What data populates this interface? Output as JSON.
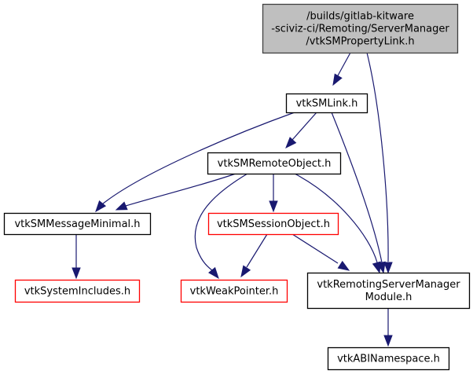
{
  "diagram": {
    "type": "include-dependency-graph",
    "colors": {
      "edge": "#191970",
      "root_fill": "#bfbfbf",
      "root_border": "#404040",
      "node_border": "#000000",
      "missing_node_border": "#ff0000",
      "node_fill": "#ffffff"
    },
    "nodes": [
      {
        "id": "root",
        "lines": [
          "/builds/gitlab-kitware",
          "-sciviz-ci/Remoting/ServerManager",
          "/vtkSMPropertyLink.h"
        ],
        "style": "root"
      },
      {
        "id": "link",
        "lines": [
          "vtkSMLink.h"
        ],
        "style": "normal"
      },
      {
        "id": "remote",
        "lines": [
          "vtkSMRemoteObject.h"
        ],
        "style": "normal"
      },
      {
        "id": "message",
        "lines": [
          "vtkSMMessageMinimal.h"
        ],
        "style": "normal"
      },
      {
        "id": "session",
        "lines": [
          "vtkSMSessionObject.h"
        ],
        "style": "red"
      },
      {
        "id": "sysinc",
        "lines": [
          "vtkSystemIncludes.h"
        ],
        "style": "red"
      },
      {
        "id": "weak",
        "lines": [
          "vtkWeakPointer.h"
        ],
        "style": "red"
      },
      {
        "id": "module",
        "lines": [
          "vtkRemotingServerManager",
          "Module.h"
        ],
        "style": "normal"
      },
      {
        "id": "abi",
        "lines": [
          "vtkABINamespace.h"
        ],
        "style": "normal"
      }
    ],
    "edges": [
      {
        "from": "root",
        "to": "link"
      },
      {
        "from": "root",
        "to": "module"
      },
      {
        "from": "link",
        "to": "remote"
      },
      {
        "from": "link",
        "to": "message"
      },
      {
        "from": "link",
        "to": "module"
      },
      {
        "from": "remote",
        "to": "message"
      },
      {
        "from": "remote",
        "to": "session"
      },
      {
        "from": "remote",
        "to": "weak"
      },
      {
        "from": "remote",
        "to": "module"
      },
      {
        "from": "message",
        "to": "sysinc"
      },
      {
        "from": "session",
        "to": "weak"
      },
      {
        "from": "session",
        "to": "module"
      },
      {
        "from": "module",
        "to": "abi"
      }
    ]
  }
}
